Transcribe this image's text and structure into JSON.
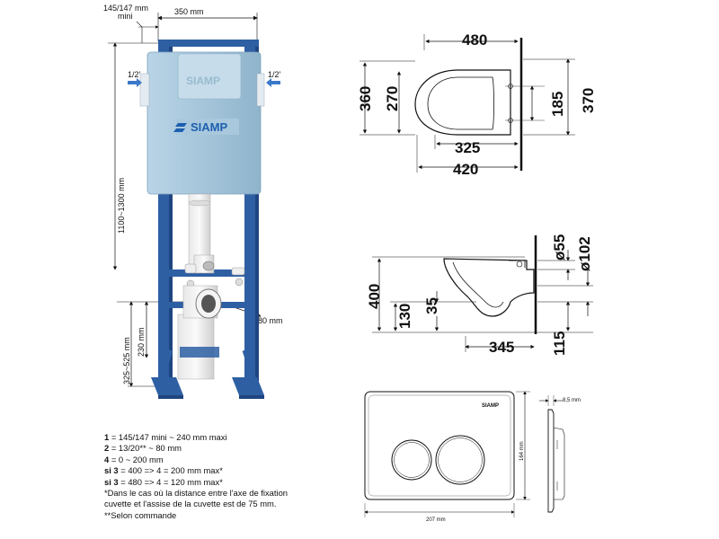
{
  "frame": {
    "top_left_label_1": "145/147 mm",
    "top_left_label_2": "mini",
    "width_label": "350 mm",
    "pipe_left_label": "1/2'",
    "pipe_right_label": "1/2'",
    "brand": "SIAMP",
    "cistern_logo": "SIAMP",
    "height_label": "1100~1300 mm",
    "lower_height_label": "325~525 mm",
    "inner_height_label": "230 mm",
    "depth_label": "180 mm"
  },
  "bowl_top": {
    "width": "480",
    "length_left": "360",
    "inner_length": "270",
    "fix_spacing": "185",
    "length_right": "370",
    "inner_width": "325",
    "outer_width": "420"
  },
  "bowl_side": {
    "outlet_small": "ø55",
    "outlet_big": "ø102",
    "height": "400",
    "rim_height": "130",
    "outlet_height": "35",
    "depth": "345",
    "bottom_offset": "115"
  },
  "plate": {
    "brand": "SIAMP",
    "width": "207 mm",
    "height": "164 mm",
    "thickness": "8,5 mm"
  },
  "notes": [
    {
      "key": "1",
      "text": " = 145/147 mini ~ 240 mm maxi"
    },
    {
      "key": "2",
      "text": " = 13/20** ~ 80 mm"
    },
    {
      "key": "4",
      "text": " = 0 ~ 200 mm"
    },
    {
      "key": "si 3",
      "text": " = 400 => 4 = 200 mm max*"
    },
    {
      "key": "si 3",
      "text": " = 480 => 4 = 120 mm max*"
    }
  ],
  "footnote_1": "*Dans le cas où la distance entre l'axe de fixation",
  "footnote_2": "cuvette et l'assise de la cuvette est de 75 mm.",
  "footnote_3": "**Selon commande",
  "colors": {
    "frame_blue": "#2e5fa3",
    "frame_dark": "#1f4580",
    "cistern": "#a9c8dd",
    "arrow": "#3a78c8"
  }
}
